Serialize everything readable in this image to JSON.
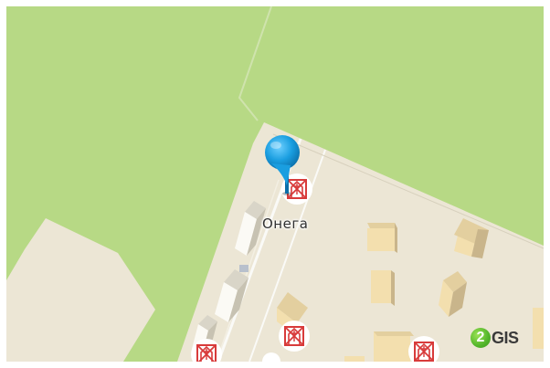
{
  "place": {
    "label": "Онега"
  },
  "logo": {
    "digit": "2",
    "text": "GIS"
  },
  "colors": {
    "park": "#b7d985",
    "land": "#ece6d5",
    "road": "#fafaf7",
    "building": "#f3dfae",
    "building_dark": "#c9b58b",
    "pin": "#1a9ee0",
    "poi_icon": "#d83b3b"
  },
  "icons": {
    "marker": "map-pin-icon",
    "poi": "church-poi-icon"
  }
}
